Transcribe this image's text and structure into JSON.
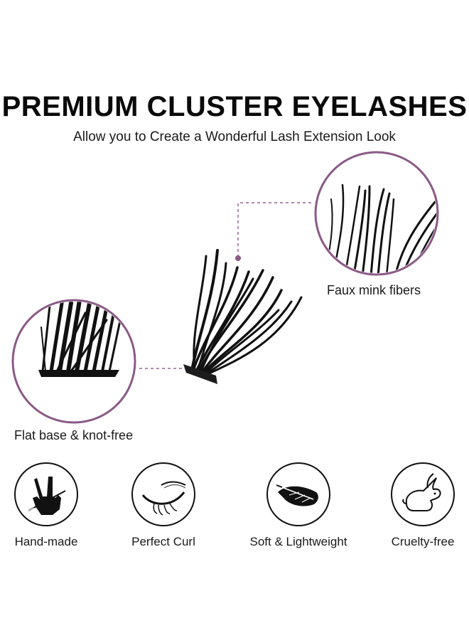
{
  "header": {
    "title": "PREMIUM CLUSTER EYELASHES",
    "subtitle": "Allow you to Create a Wonderful Lash Extension Look"
  },
  "callouts": {
    "fibers": "Faux mink fibers",
    "base": "Flat base & knot-free"
  },
  "features": [
    {
      "label": "Hand-made",
      "icon": "hand-peace-icon"
    },
    {
      "label": "Perfect Curl",
      "icon": "curl-lash-icon"
    },
    {
      "label": "Soft & Lightweight",
      "icon": "feather-icon"
    },
    {
      "label": "Cruelty-free",
      "icon": "rabbit-icon"
    }
  ],
  "colors": {
    "accent": "#8a5a86",
    "text": "#111111",
    "background": "#ffffff"
  }
}
